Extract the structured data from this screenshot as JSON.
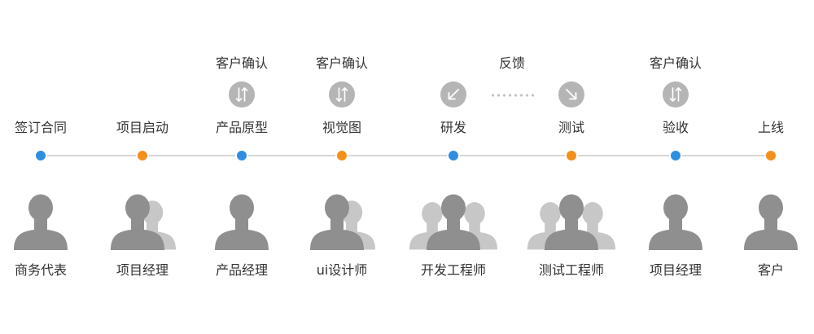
{
  "colors": {
    "blue": "#2f8ee0",
    "orange": "#f3901c",
    "badge": "#b5b5b5",
    "line": "#d6d6d6",
    "avatar_front": "#8f8f8f",
    "avatar_back": "#c7c7c7"
  },
  "stages": [
    {
      "label": "签订合同",
      "role": "商务代表",
      "dot": "blue",
      "people": 1
    },
    {
      "label": "项目启动",
      "role": "项目经理",
      "dot": "orange",
      "people": 2
    },
    {
      "label": "产品原型",
      "role": "产品经理",
      "dot": "blue",
      "people": 1,
      "top": "客户确认",
      "badge": "swap-arrows-icon"
    },
    {
      "label": "视觉图",
      "role": "ui设计师",
      "dot": "orange",
      "people": 2,
      "top": "客户确认",
      "badge": "swap-arrows-icon"
    },
    {
      "label": "研发",
      "role": "开发工程师",
      "dot": "blue",
      "people": 3,
      "badge": "arrow-down-left-icon"
    },
    {
      "label": "测试",
      "role": "测试工程师",
      "dot": "orange",
      "people": 3,
      "badge": "arrow-down-right-icon"
    },
    {
      "label": "验收",
      "role": "项目经理",
      "dot": "blue",
      "people": 1,
      "top": "客户确认",
      "badge": "swap-arrows-icon"
    },
    {
      "label": "上线",
      "role": "客户",
      "dot": "orange",
      "people": 1
    }
  ],
  "feedback": {
    "label": "反馈"
  }
}
